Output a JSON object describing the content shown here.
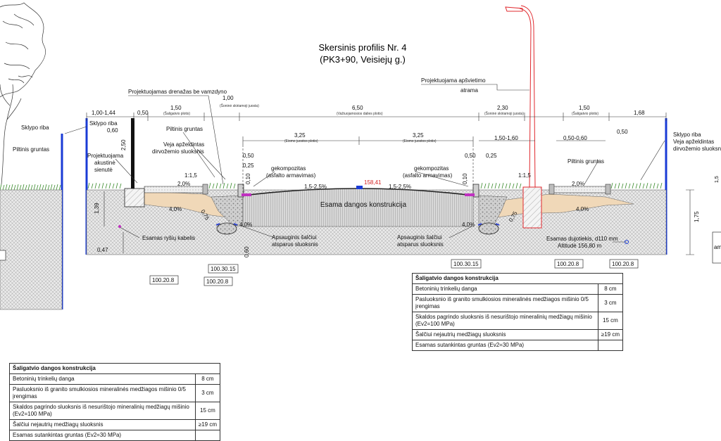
{
  "title": {
    "line1": "Skersinis profilis Nr. 4",
    "line2": "(PK3+90, Veisiejų g.)"
  },
  "colors": {
    "boundary_blue": "#1a3bd6",
    "pole_red": "#e0282d",
    "level_red": "#d42020",
    "magenta": "#c030c0",
    "soil_tan": "#f0d8b8",
    "grass_green": "#3a8a2c"
  },
  "dimensions": {
    "top": [
      "1,00-1,44",
      "0,50",
      "1,50",
      "1,00",
      "6,50",
      "2,30",
      "1,50",
      "1,68"
    ],
    "top_sub": [
      "(Šaligatvio plotis)",
      "(Šoninė skiriamoji juosta)",
      "(Važiuojamosios dalies plotis)",
      "(Šoninė skiriamoji juosta)",
      "(Šaligatvio plotis)"
    ],
    "second": [
      "3,25",
      "3,25",
      "1,50-1,60",
      "0,50-0,60"
    ],
    "second_sub": [
      "(Eismo juostos plotis)",
      "(Eismo juostos plotis)"
    ],
    "small": [
      "0,60",
      "2,50",
      "0,50",
      "0,25",
      "0,10",
      "0,50",
      "0,25",
      "0,10",
      "0,50"
    ],
    "slopes": [
      "1:1,5",
      "1:1,5",
      "2,0%",
      "2,0%",
      "1,5-2,5%",
      "1,5-2,5%",
      "4,0%",
      "4,0%",
      "4,0%",
      "4,0%"
    ],
    "depths": [
      "1,39",
      "0,47",
      "0,75",
      "0,60",
      "1,75",
      "0,75"
    ],
    "level": "158,41"
  },
  "labels": {
    "drainage": "Projektuojamas drenažas be vamzdyno",
    "lighting_1": "Projektuojama apšvietimo",
    "lighting_2": "atrama",
    "lot_boundary": "Sklypo riba",
    "fill_soil": "Piltinis gruntas",
    "lawn_1": "Veja apželdintas",
    "lawn_2": "dirvožemio sluoksnis",
    "acoustic_1": "Projektuojama",
    "acoustic_2": "akustinė",
    "acoustic_3": "sienutė",
    "geocomposite_1": "gekompozitas",
    "geocomposite_2": "(asfalto armavimas)",
    "existing_pavement": "Esama dangos konstrukcija",
    "frost_1": "Apsauginis šalčiui",
    "frost_2": "atsparus sluoksnis",
    "cable": "Esamas ryšių kabelis",
    "gas_1": "Esamas dujotiekis, d110 mm",
    "gas_2": "Altitudė 156,80 m"
  },
  "codes": [
    "100.30.15",
    "100.20.8",
    "100.20.8",
    "100.30.15",
    "100.20.8",
    "100.20.8"
  ],
  "table_left": {
    "header": "Šaligatvio dangos konstrukcija",
    "rows": [
      {
        "name": "Betoninių trinkelių danga",
        "value": "8 cm"
      },
      {
        "name": "Pasluoksnio iš granito smulkiosios mineralinės medžiagos mišinio 0/5 įrengimas",
        "value": "3 cm"
      },
      {
        "name": "Skaldos pagrindo sluoksnis iš nesurištojo mineralinių medžiagų mišinio (Ev2=100 MPa)",
        "value": "15 cm"
      },
      {
        "name": "Šalčiui nejautrių medžiagų sluoksnis",
        "value": "≥19 cm"
      },
      {
        "name": "Esamas sutankintas gruntas (Ev2=30 MPa)",
        "value": ""
      }
    ]
  },
  "table_right": {
    "header": "Šaligatvio dangos konstrukcija",
    "rows": [
      {
        "name": "Betoninių trinkelių danga",
        "value": "8 cm"
      },
      {
        "name": "Pasluoksnio iš granito smulkiosios mineralinės medžiagos mišinio 0/5 įrengimas",
        "value": "3 cm"
      },
      {
        "name": "Skaldos pagrindo sluoksnis iš nesurištojo mineralinių medžiagų mišinio (Ev2=100 MPa)",
        "value": "15 cm"
      },
      {
        "name": "Šalčiui nejautrių medžiagų sluoksnis",
        "value": "≥19 cm"
      },
      {
        "name": "Esamas sutankintas gruntas (Ev2=30 MPa)",
        "value": ""
      }
    ]
  },
  "right_edge": [
    "1,5",
    "am"
  ]
}
